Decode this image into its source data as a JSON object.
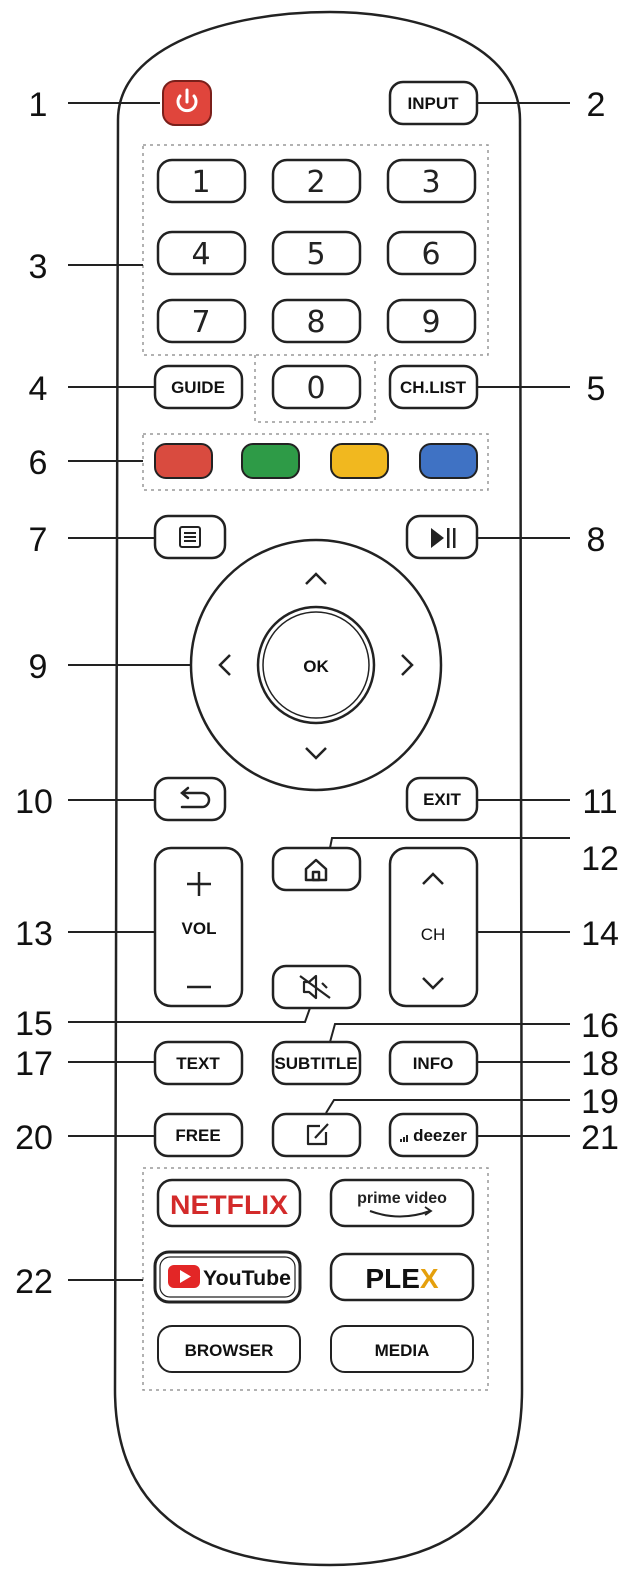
{
  "callouts": [
    "1",
    "2",
    "3",
    "4",
    "5",
    "6",
    "7",
    "8",
    "9",
    "10",
    "11",
    "12",
    "13",
    "14",
    "15",
    "16",
    "17",
    "18",
    "19",
    "20",
    "21",
    "22"
  ],
  "buttons": {
    "input": "INPUT",
    "digits": [
      "1",
      "2",
      "3",
      "4",
      "5",
      "6",
      "7",
      "8",
      "9",
      "0"
    ],
    "guide": "GUIDE",
    "chlist": "CH.LIST",
    "ok": "OK",
    "exit": "EXIT",
    "vol": "VOL",
    "ch": "CH",
    "text": "TEXT",
    "subtitle": "SUBTITLE",
    "info": "INFO",
    "free": "FREE",
    "deezer": "deezer",
    "netflix": "NETFLIX",
    "prime_top": "prime video",
    "youtube": "YouTube",
    "plex_pl": "PLE",
    "plex_x": "X",
    "browser": "BROWSER",
    "media": "MEDIA"
  },
  "colors": {
    "power": "#e0453c",
    "red": "#d94b3f",
    "green": "#2e9b47",
    "yellow": "#f1b81f",
    "blue": "#3f72c4",
    "netflix": "#d32a2a",
    "youtube": "#e32626",
    "plex_x": "#e5a00d",
    "amazon_arrow": "#222222"
  },
  "icons": {
    "power": "power-icon",
    "menu": "menu-icon",
    "play_pause": "play-pause-icon",
    "back": "back-icon",
    "home": "home-icon",
    "mute": "mute-icon",
    "edit": "edit-icon"
  }
}
